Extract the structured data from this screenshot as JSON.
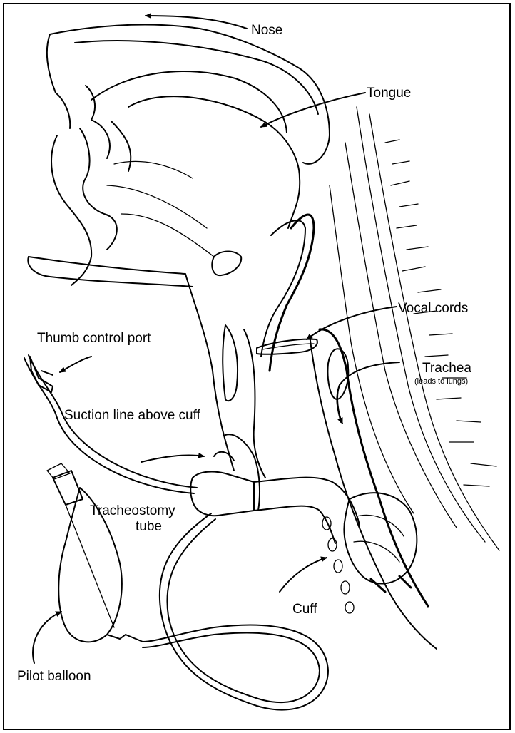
{
  "labels": {
    "nose": "Nose",
    "tongue": "Tongue",
    "vocal_cords": "Vocal cords",
    "thumb_control_port": "Thumb control port",
    "trachea": "Trachea",
    "trachea_note": "(leads to lungs)",
    "suction_line": "Suction line above cuff",
    "tracheostomy_line1": "Tracheostomy",
    "tracheostomy_line2": "tube",
    "cuff": "Cuff",
    "pilot_balloon": "Pilot balloon"
  },
  "colors": {
    "ink": "#000000",
    "background": "#ffffff"
  }
}
